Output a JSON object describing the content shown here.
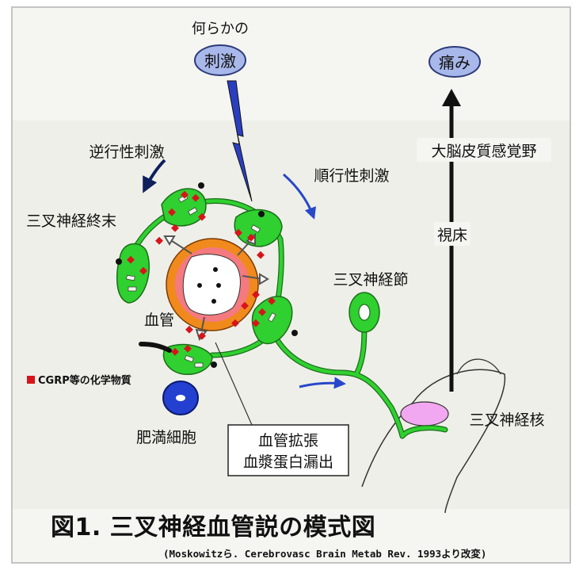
{
  "labels": {
    "stimulus_prefix": "何らかの",
    "stimulus": "刺激",
    "pain": "痛み",
    "antidromic": "逆行性刺激",
    "orthodromic": "順行性刺激",
    "nerve_endings": "三叉神経終末",
    "blood_vessel": "血管",
    "ganglion": "三叉神経節",
    "cortex": "大脳皮質感覚野",
    "thalamus": "視床",
    "nucleus": "三叉神経核",
    "mast_cell": "肥満細胞",
    "cgrp_legend": "CGRP等の化学物質",
    "effect_line1": "血管拡張",
    "effect_line2": "血漿蛋白漏出"
  },
  "figure": {
    "title": "図1. 三叉神経血管説の模式図",
    "citation": "(Moskowitzら. Cerebrovasc Brain Metab Rev. 1993より改変)"
  },
  "colors": {
    "nerve": "#2fd02f",
    "nerve_outline": "#1a6e1a",
    "chemical": "#d8141b",
    "vessel_outer": "#f08a1c",
    "vessel_inner": "#f47a80",
    "stimulus_oval": "#a9b8ea",
    "lightning": "#2a3fc0",
    "mast_cell": "#2340d0",
    "nucleus": "#f2a8f0"
  }
}
